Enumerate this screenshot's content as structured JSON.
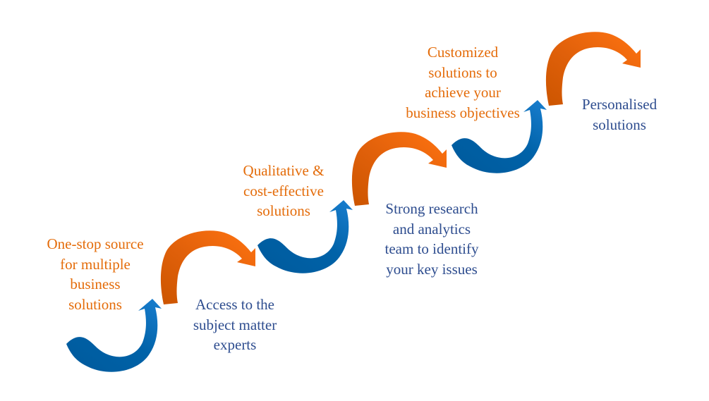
{
  "colors": {
    "orange_text": "#E46C0A",
    "navy_text": "#2E4D8F",
    "blue_dark": "#005A9C",
    "blue_light": "#1A7FD0",
    "orange_dark": "#CC5500",
    "orange_light": "#FF7311"
  },
  "steps": [
    {
      "id": "one-stop",
      "color": "orange",
      "lines": [
        "One-stop source",
        "for multiple",
        "business",
        "solutions"
      ]
    },
    {
      "id": "access-experts",
      "color": "navy",
      "lines": [
        "Access to the",
        "subject matter",
        "experts"
      ]
    },
    {
      "id": "qualitative",
      "color": "orange",
      "lines": [
        "Qualitative &",
        "cost-effective",
        "solutions"
      ]
    },
    {
      "id": "research-team",
      "color": "navy",
      "lines": [
        "Strong research",
        "and analytics",
        "team to identify",
        "your key issues"
      ]
    },
    {
      "id": "customized",
      "color": "orange",
      "lines": [
        "Customized",
        "solutions to",
        "achieve your",
        "business objectives"
      ]
    },
    {
      "id": "personalised",
      "color": "navy",
      "lines": [
        "Personalised",
        "solutions"
      ]
    }
  ],
  "arrows": [
    {
      "name": "blue-arrow-1",
      "kind": "blue",
      "unit": 0
    },
    {
      "name": "orange-arrow-1",
      "kind": "orange",
      "unit": 0
    },
    {
      "name": "blue-arrow-2",
      "kind": "blue",
      "unit": 1
    },
    {
      "name": "orange-arrow-2",
      "kind": "orange",
      "unit": 1
    },
    {
      "name": "blue-arrow-3",
      "kind": "blue",
      "unit": 2
    },
    {
      "name": "orange-arrow-3",
      "kind": "orange",
      "unit": 2
    }
  ]
}
